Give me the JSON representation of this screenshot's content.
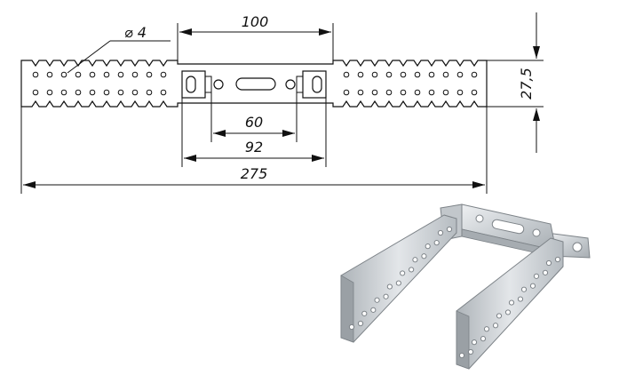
{
  "dimensions": {
    "hole_diameter": "⌀ 4",
    "center_width": "100",
    "strip_height": "27,5",
    "inner_width": "60",
    "outer_slot_width": "92",
    "total_length": "275"
  },
  "colors": {
    "line": "#111111",
    "metal_light": "#d9dde0",
    "metal_mid": "#b9bec3",
    "metal_dark": "#8d9398"
  }
}
